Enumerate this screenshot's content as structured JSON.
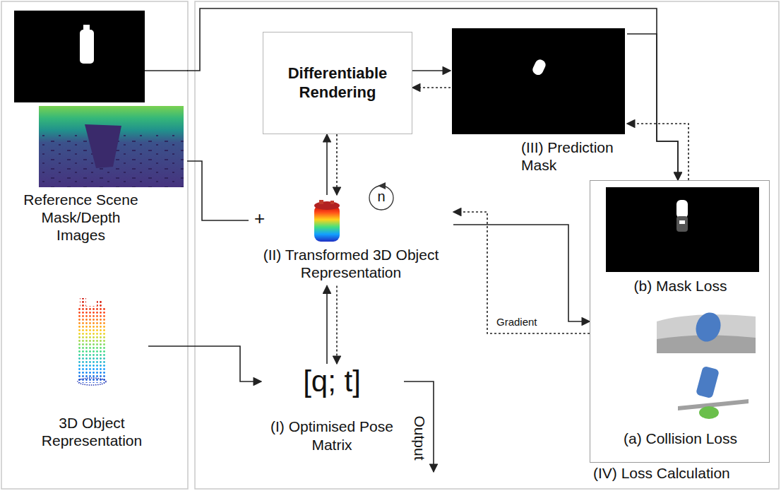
{
  "diagram": {
    "nodes": [
      {
        "text": [
          "Reference Scene Mask/Depth Images"
        ]
      },
      {
        "text": [
          "Differentiable Rendering"
        ]
      },
      {
        "text": [
          "(III) Prediction Mask"
        ]
      },
      {
        "text": [
          "(II) Transformed 3D Object Representation"
        ]
      },
      {
        "text": [
          "(IV) Loss Calculation"
        ]
      },
      {
        "text": [
          "(b) Mask Loss"
        ],
        "in": 4
      },
      {
        "text": [
          "(a) Collision Loss"
        ],
        "in": 4
      },
      {
        "text": [
          "3D Object Representation"
        ]
      },
      {
        "text": [
          "[q; t]",
          "(I) Optimised Pose Matrix"
        ]
      }
    ],
    "edges": [
      {
        "from": 0,
        "to": 4,
        "arrow": "to"
      },
      {
        "from": 0,
        "to": 3,
        "arrow": "none"
      },
      {
        "from": 1,
        "to": 2,
        "arrow": "to"
      },
      {
        "from": 2,
        "to": 1,
        "arrow": "to"
      },
      {
        "from": 3,
        "to": 1,
        "arrow": "to"
      },
      {
        "from": 1,
        "to": 3,
        "arrow": "to"
      },
      {
        "from": 8,
        "to": 3,
        "arrow": "to"
      },
      {
        "from": 3,
        "to": 8,
        "arrow": "to"
      },
      {
        "from": 7,
        "to": 8,
        "arrow": "to"
      },
      {
        "from": 3,
        "to": 4,
        "arrow": "to"
      },
      {
        "from": 4,
        "to": 3,
        "label": "Gradient",
        "arrow": "to"
      },
      {
        "from": 2,
        "to": 4,
        "arrow": "to"
      },
      {
        "from": 4,
        "to": 2,
        "arrow": "to"
      }
    ],
    "labels": [
      "+",
      "n",
      "Output"
    ]
  }
}
